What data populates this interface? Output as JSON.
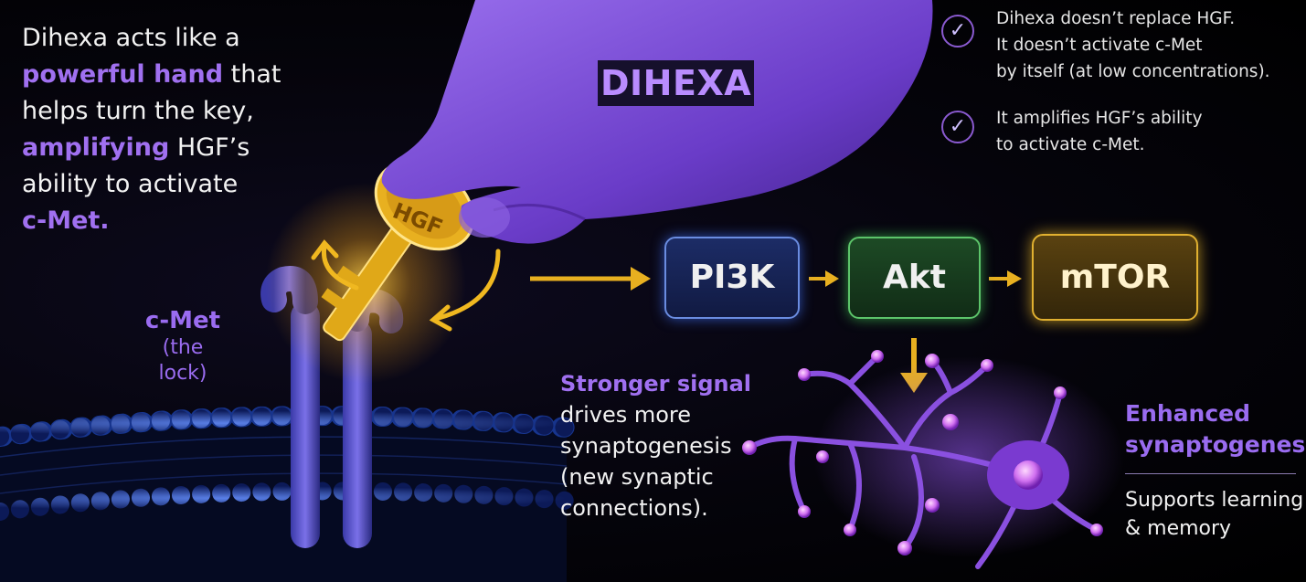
{
  "intro": {
    "line1": "Dihexa acts like a",
    "line2_hl": "powerful hand",
    "line2_rest": " that",
    "line3": "helps turn the key,",
    "line4_hl": "amplifying",
    "line4_rest": " HGF’s",
    "line5": "ability to activate",
    "line6_hl": "c-Met."
  },
  "hand_label": "DIHEXA",
  "key_label": "HGF",
  "receptor": {
    "name": "c-Met",
    "caption": "(the lock)"
  },
  "notes": [
    {
      "lines": [
        "Dihexa doesn’t replace HGF.",
        "It doesn’t activate c-Met",
        "by itself (at low concentrations)."
      ]
    },
    {
      "lines": [
        "It amplifies HGF’s ability",
        "to activate c-Met."
      ]
    }
  ],
  "check_icon": "✓",
  "pathway": [
    "PI3K",
    "Akt",
    "mTOR"
  ],
  "stronger": {
    "hl": "Stronger signal",
    "lines": [
      "drives more",
      "synaptogenesis",
      "(new synaptic",
      "connections)."
    ]
  },
  "enhanced": {
    "line1": "Enhanced",
    "line2": "synaptogenesis"
  },
  "supports": {
    "line1": "Supports learning",
    "line2": "& memory"
  },
  "colors": {
    "accent_purple": "#a070f0",
    "key_gold": "#e8b020",
    "pi3k_blue": "#1c2c66",
    "akt_green": "#1d4a25",
    "mtor_gold": "#5a4210"
  }
}
